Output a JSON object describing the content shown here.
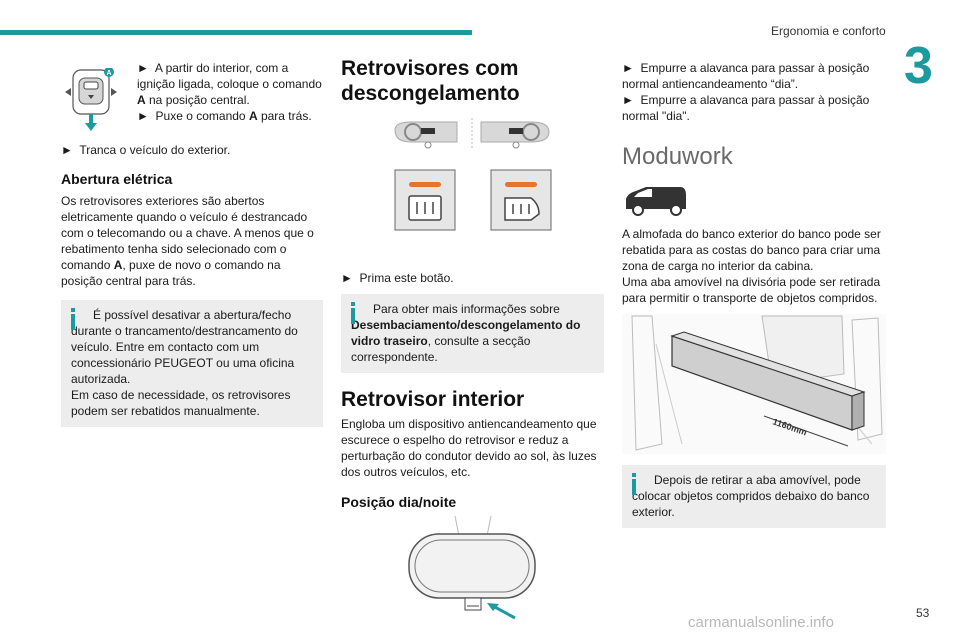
{
  "header": {
    "section_title": "Ergonomia e conforto",
    "chapter_number": "3",
    "page_number": "53"
  },
  "watermark": "carmanualsonline.info",
  "col1": {
    "control_label": "A",
    "step1_pre": "A partir do interior, com a ignição ligada, coloque o comando ",
    "step1_bold": "A",
    "step1_post": " na posição central.",
    "step2_pre": "Puxe o comando ",
    "step2_bold": "A",
    "step2_post": " para trás.",
    "step3": "Tranca o veículo do exterior.",
    "heading": "Abertura elétrica",
    "para_pre": "Os retrovisores exteriores são abertos eletricamente quando o veículo é destrancado com o telecomando ou a chave. A menos que o rebatimento tenha sido selecionado com o comando ",
    "para_bold": "A",
    "para_post": ", puxe de novo o comando na posição central para trás.",
    "note_line1": "É possível desativar a abertura/fecho",
    "note_rest": "durante o trancamento/destrancamento do veículo. Entre em contacto com um concessionário PEUGEOT ou uma oficina autorizada.",
    "note_line2": "Em caso de necessidade, os retrovisores podem ser rebatidos manualmente."
  },
  "col2": {
    "heading1": "Retrovisores com descongelamento",
    "step1": "Prima este botão.",
    "note_line1": "Para obter mais informações sobre",
    "note_bold": "Desembaciamento/descongelamento do vidro traseiro",
    "note_post": ", consulte a secção correspondente.",
    "heading2": "Retrovisor interior",
    "para": "Engloba um dispositivo antiencandeamento que escurece o espelho do retrovisor e reduz a perturbação do condutor devido ao sol, às luzes dos outros veículos, etc.",
    "heading3": "Posição dia/noite"
  },
  "col3": {
    "step1": "Empurre a alavanca para passar à posição normal antiencandeamento “dia”.",
    "step2": "Empurre a alavanca para passar à posição normal \"dia\".",
    "heading": "Moduwork",
    "para1": "A almofada do banco exterior do banco pode ser rebatida para as costas do banco para criar uma zona de carga no interior da cabina.",
    "para2": "Uma aba amovível na divisória pode ser retirada para permitir o transporte de objetos compridos.",
    "dimension_label": "1160mm",
    "note_line1": "Depois de retirar a aba amovível, pode",
    "note_rest": "colocar objetos compridos debaixo do banco exterior."
  },
  "colors": {
    "accent": "#1d9aa0",
    "note_bg": "#ededed",
    "heater_orange": "#e8742c"
  }
}
